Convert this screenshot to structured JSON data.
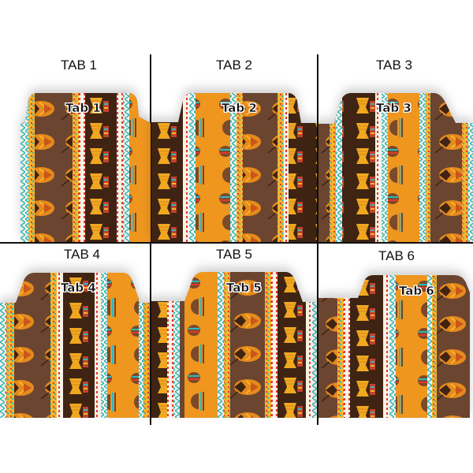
{
  "colors": {
    "background": "#ffffff",
    "divider": "#111111",
    "brown_medium": "#6b4530",
    "brown_dark": "#3f2414",
    "orange": "#ef961f",
    "gold": "#f6b52b",
    "teal": "#2fb7c0",
    "red": "#e0392a",
    "cream": "#f7f1e6"
  },
  "panels": [
    {
      "title": "TAB 1",
      "tab_label": "Tab 1",
      "pattern_order": [
        "mask",
        "drum",
        "pot"
      ]
    },
    {
      "title": "TAB 2",
      "tab_label": "Tab 2",
      "pattern_order": [
        "drum",
        "pot",
        "mask",
        "drum"
      ]
    },
    {
      "title": "TAB 3",
      "tab_label": "Tab 3",
      "pattern_order": [
        "mask",
        "drum",
        "pot",
        "mask"
      ]
    },
    {
      "title": "TAB 4",
      "tab_label": "Tab 4",
      "pattern_order": [
        "mask",
        "drum",
        "pot"
      ]
    },
    {
      "title": "TAB 5",
      "tab_label": "Tab 5",
      "pattern_order": [
        "drum",
        "pot",
        "mask",
        "drum"
      ]
    },
    {
      "title": "TAB 6",
      "tab_label": "Tab 6",
      "pattern_order": [
        "mask",
        "drum",
        "pot",
        "mask"
      ]
    }
  ]
}
